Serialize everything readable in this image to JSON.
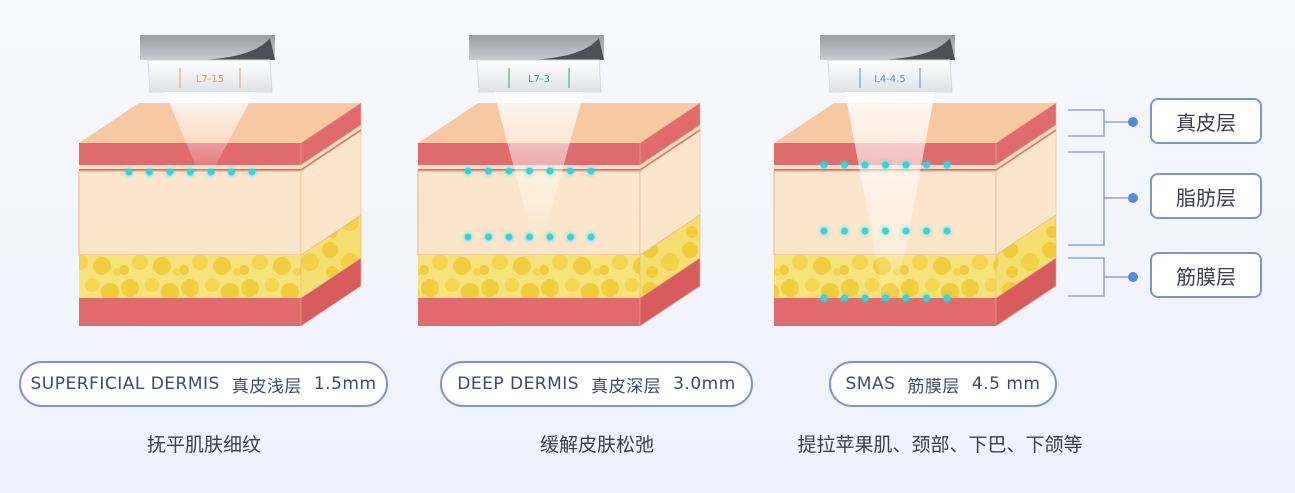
{
  "devices": [
    {
      "probe_label": "L7-15",
      "probe_label_color": "#e0a060",
      "pill_en": "SUPERFICIAL DERMIS",
      "pill_cn": "真皮浅层",
      "pill_depth": "1.5mm",
      "description": "抚平肌肤细纹"
    },
    {
      "probe_label": "L7-3",
      "probe_label_color": "#3aa56a",
      "pill_en": "DEEP DERMIS",
      "pill_cn": "真皮深层",
      "pill_depth": "3.0mm",
      "description": "缓解皮肤松弛"
    },
    {
      "probe_label": "L4-4.5",
      "probe_label_color": "#5a8ad0",
      "pill_en": "SMAS",
      "pill_cn": "筋膜层",
      "pill_depth": "4.5 mm",
      "description": "提拉苹果肌、颈部、下巴、下颌等"
    }
  ],
  "legend": [
    {
      "label": "真皮层"
    },
    {
      "label": "脂肪层"
    },
    {
      "label": "筋膜层"
    }
  ],
  "colors": {
    "skin_top": "#f7c9a3",
    "dermis_red": "#e06a6c",
    "fat_light": "#fbe6cc",
    "fat_yellow": "#f5d95e",
    "dots": "#2fd7df",
    "outline": "#7c93d8"
  }
}
